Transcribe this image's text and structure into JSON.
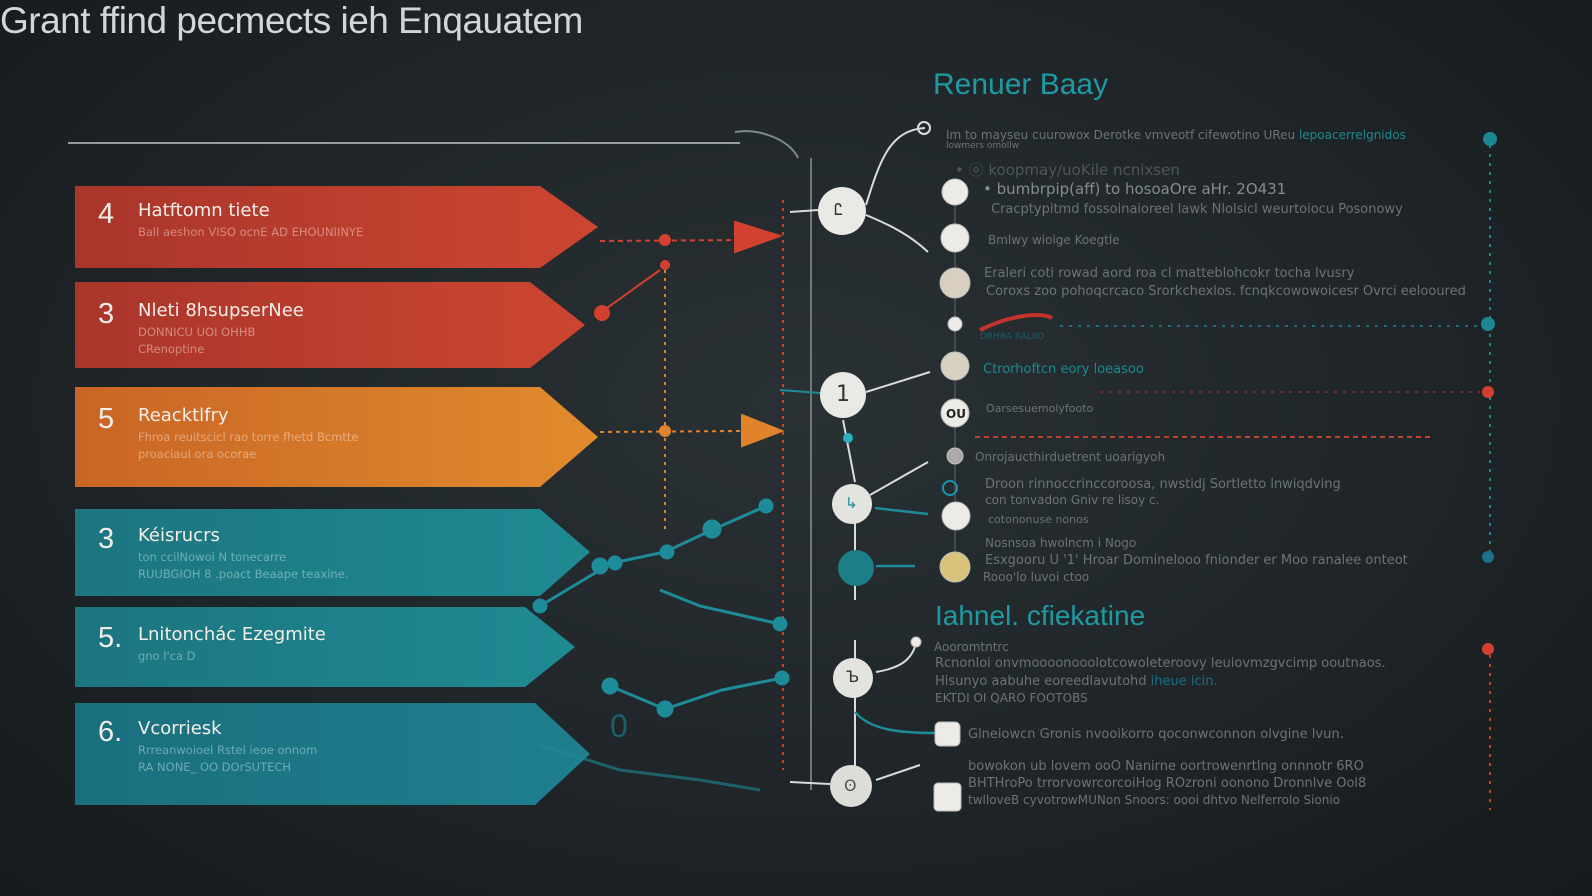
{
  "title": "Grant ffind pecmects ieh Enqauatem",
  "banners": [
    {
      "number": "4",
      "title": "Hatftomn tiete",
      "desc": [
        "Ball aeshon VISO ocnE AD EHOUNIINYE"
      ],
      "color": "#b8392d"
    },
    {
      "number": "3",
      "title": "Nleti 8hsupserNee",
      "desc": [
        "DONNICU UOI OHHB",
        "CRenoptine"
      ],
      "color": "#b93a2e"
    },
    {
      "number": "5",
      "title": "Reacktlfry",
      "desc": [
        "Fhroa reuitscicl rao torre fhetd Bcmtte",
        "proaciaul ora ocorae"
      ],
      "color": "#d07328"
    },
    {
      "number": "3",
      "title": "Kéisrucrs",
      "desc": [
        "ton ccilNowoi N tonecarre",
        "RUUBGIOH 8 .poact Beaape teaxine."
      ],
      "color": "#1e7c87"
    },
    {
      "number": "5.",
      "title": "Lnitonchác Ezegmite",
      "desc": [
        "gno l'ca D"
      ],
      "color": "#1c7f80"
    },
    {
      "number": "6.",
      "title": "Vcorriesk",
      "desc": [
        "Rrreanwoioel Rstel ieoe onnom",
        "RA NONE_ OO DOrSUTECH"
      ],
      "color": "#1e7388"
    }
  ],
  "nodes": [
    "Ꮭ",
    "1",
    "↳",
    "",
    "Ъ",
    "ʘ"
  ],
  "right": {
    "heading1": "Renuer Baay",
    "heading2": "Iahnel. cfiekatine",
    "lines": [
      {
        "text": "Im to mayseu cuurowox  Derotke vmveotf cifewotino UReu",
        "teal_suffix": "lepoacerrelgnidos"
      },
      {
        "text": "lowmers omollw"
      },
      {
        "text": "• ⓞ koopmay/uoKile  ncnixsen"
      },
      {
        "text": "• bumbrpip(aff) to hosoaOre aHr. 2O431"
      },
      {
        "text": "Cracptypitmd fossoinaioreel lawk Nlolsicl weurtoiocu Posonowy"
      },
      {
        "text": "Bmlwy wiolge Koegtle"
      },
      {
        "text": "Eraleri coti rowad aord roa cl matteblohcokr tocha lvusry"
      },
      {
        "text": "Coroxs zoo pohoqcrcaco Srorkchexlos.  fcnqkcowowoicesr Ovrci eelooured"
      },
      {
        "text": "DRHRA RALIIO"
      },
      {
        "text": "Ctrorhoftcn eory loeasoo"
      },
      {
        "text": "Oarsesuemolyfooto"
      },
      {
        "text": "Onrojaucthirduetrent uoarigyoh"
      },
      {
        "text": "Droon rinnoccrinccoroosa, nwstidj Sortletto lnwiqdving"
      },
      {
        "text": "con tonvadon Gniv re lisoy c."
      },
      {
        "text": "cotononuse nonos"
      },
      {
        "text": "Nosnsoa hwolncm i Nogo"
      },
      {
        "text": "Esxgooru U '1' Hroar Dominelooo fnionder er Moo ranalee  onteot"
      },
      {
        "text": "Rooo'lo luvoi ctoo"
      },
      {
        "text": "Aooromtntrc"
      },
      {
        "text": "Rcnonloi onvmoooonooolotcowoleteroovy leuiovmzgvcimp ooutnaos."
      },
      {
        "text": "Hisunyo aabuhe eoreedlavutohd",
        "teal_suffix": "iheue icin."
      },
      {
        "text": "EKTDI OI QARO FOOTOBS"
      },
      {
        "text": "Glneiowcn Gronis nvooikorro qoconwconnon olvgine lvun."
      },
      {
        "text": "bowokon ub lovem ooO Nanirne oortrowenrtlng onnnotr 6RO"
      },
      {
        "text": "BHTHroPo trrorvowrcorcoiHog ROzroni oonono Dronnlve Ool8"
      },
      {
        "text": "twlloveB cyvotrowMUNon Snoors: oooi dhtvo Nelferrolo Sionio"
      }
    ]
  },
  "colors": {
    "teal": "#1f9aa2",
    "red": "#d2412f",
    "orange": "#e0832b",
    "bg": "#1f2528"
  }
}
